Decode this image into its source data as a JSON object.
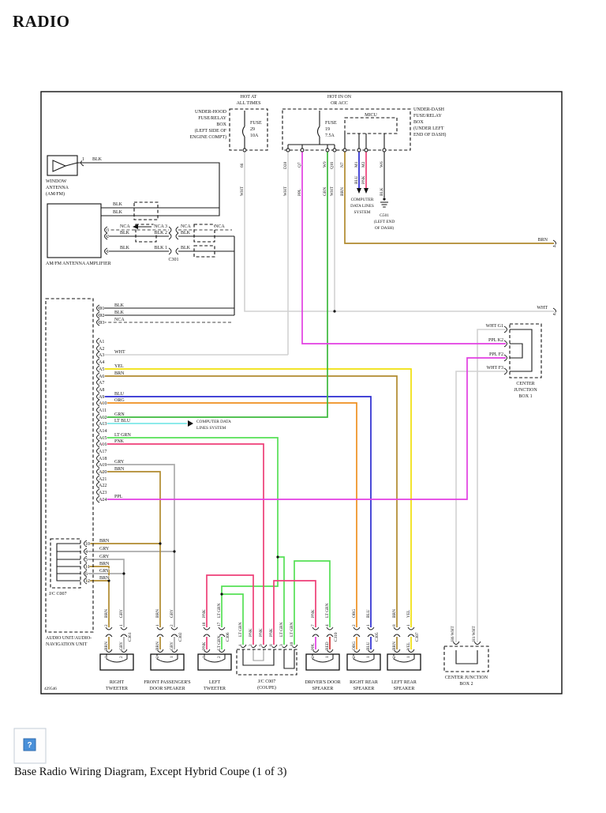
{
  "title": "RADIO",
  "caption": "Base Radio Wiring Diagram, Except Hybrid Coupe (1 of 3)",
  "diagram_id": "429546",
  "thumb_icon": "?",
  "colors": {
    "BLK": "#1a1a1a",
    "WHT": "#d2d2d2",
    "GRY": "#ababab",
    "BRN": "#b08a2e",
    "YEL": "#f0e00a",
    "ORG": "#ef8f1f",
    "GRN": "#3cb93c",
    "LTGRN": "#55e055",
    "BLU": "#2b2bd0",
    "LTBLU": "#7de8e8",
    "PNK": "#ee3f77",
    "PPL": "#e23fe2",
    "RED": "#cf3333"
  },
  "top": {
    "hot1": [
      "HOT AT",
      "ALL TIMES"
    ],
    "underhood": [
      "UNDER-HOOD",
      "FUSE/RELAY",
      "BOX",
      "(LEFT SIDE OF",
      "ENGINE COMPT)"
    ],
    "fuse29": [
      "FUSE",
      "29",
      "10A"
    ],
    "hot2": [
      "HOT IN ON",
      "OR ACC"
    ],
    "underdash": [
      "UNDER-DASH",
      "FUSE/RELAY",
      "BOX",
      "(UNDER LEFT",
      "END OF DASH)"
    ],
    "fuse19": [
      "FUSE",
      "19",
      "7.5A"
    ],
    "micu": "MICU",
    "pins": [
      [
        "66",
        "WHT"
      ],
      [
        "D28",
        "WHT"
      ],
      [
        "Q7",
        "PPL"
      ],
      [
        "W9",
        "GRN"
      ],
      [
        "Q16",
        "WHT"
      ],
      [
        "N7",
        "BRN"
      ],
      [
        "M1",
        "BLU"
      ],
      [
        "M2",
        "PNK"
      ],
      [
        "W6",
        "BLK"
      ]
    ],
    "cdl": [
      "COMPUTER",
      "DATA LINES",
      "SYSTEM"
    ],
    "g501": [
      "G501",
      "(LEFT END",
      "OF DASH)"
    ]
  },
  "antenna": {
    "pin": "1",
    "wire": "BLK",
    "name": [
      "WINDOW",
      "ANTENNA",
      "(AM/FM)"
    ]
  },
  "amp": {
    "name": "AM/FM ANTENNA AMPLIFIER",
    "top_wires": [
      "BLK",
      "BLK"
    ],
    "pins": [
      [
        "3",
        "NCA"
      ],
      [
        "2",
        "BLK"
      ],
      [
        "1",
        "BLK"
      ]
    ],
    "mid": [
      "NCA 3",
      "BLK 2",
      "BLK 1"
    ],
    "after": [
      "NCA",
      "BLK",
      "BLK"
    ],
    "far": "NCA",
    "conn": "C301"
  },
  "audio": {
    "name": [
      "AUDIO UNIT/AUDIO-",
      "NAVIGATION UNIT"
    ],
    "pins": [
      [
        "D1",
        "BLK"
      ],
      [
        "D2",
        "BLK"
      ],
      [
        "D3",
        "NCA"
      ],
      [
        "A1",
        ""
      ],
      [
        "A2",
        ""
      ],
      [
        "A3",
        "WHT"
      ],
      [
        "A4",
        ""
      ],
      [
        "A5",
        "YEL"
      ],
      [
        "A6",
        "BRN"
      ],
      [
        "A7",
        ""
      ],
      [
        "A8",
        ""
      ],
      [
        "A9",
        "BLU"
      ],
      [
        "A10",
        "ORG"
      ],
      [
        "A11",
        ""
      ],
      [
        "A12",
        "GRN"
      ],
      [
        "A13",
        "LT BLU"
      ],
      [
        "A14",
        ""
      ],
      [
        "A15",
        "LT GRN"
      ],
      [
        "A16",
        "PNK"
      ],
      [
        "A17",
        ""
      ],
      [
        "A18",
        ""
      ],
      [
        "A19",
        "GRY"
      ],
      [
        "A20",
        "BRN"
      ],
      [
        "A21",
        ""
      ],
      [
        "A22",
        ""
      ],
      [
        "A23",
        ""
      ],
      [
        "A24",
        "PPL"
      ]
    ],
    "cdl": [
      "COMPUTER DATA",
      "LINES SYSTEM"
    ]
  },
  "jc007": {
    "name": "J/C C007",
    "pins": [
      [
        "10",
        "BRN"
      ],
      [
        "4",
        "GRY"
      ],
      [
        "5",
        "GRY"
      ],
      [
        "11",
        "BRN"
      ],
      [
        "6",
        "GRY"
      ],
      [
        "12",
        "BRN"
      ]
    ]
  },
  "cjb1": {
    "name": [
      "CENTER",
      "JUNCTION",
      "BOX 1"
    ],
    "pins": [
      "WHT G1",
      "PPL K2",
      "PPL F2",
      "WHT F3"
    ]
  },
  "cjb2": {
    "name": [
      "CENTER JUNCTION",
      "BOX 2"
    ],
    "pins": [
      "H6 WHT",
      "H1 WHT"
    ]
  },
  "edge": {
    "brn": [
      "BRN",
      "1"
    ],
    "wht": [
      "WHT",
      "2"
    ]
  },
  "jccoupe": {
    "name": [
      "J/C C007",
      "(COUPE)"
    ],
    "pins": [
      [
        "1",
        "LT GRN"
      ],
      [
        "2",
        "PNK"
      ],
      [
        "9",
        "PNK"
      ],
      [
        "8",
        "PNK"
      ],
      [
        "3",
        "LT GRN"
      ],
      [
        "10",
        "LT GRN"
      ]
    ]
  },
  "speakers": [
    {
      "name": [
        "RIGHT",
        "TWEETER"
      ],
      "conn": "C361",
      "w": [
        [
          "BRN",
          "2",
          "BRN",
          "1"
        ],
        [
          "GRY",
          "1",
          "GRY",
          "2"
        ]
      ]
    },
    {
      "name": [
        "FRONT PASSENGER'S",
        "DOOR SPEAKER"
      ],
      "conn": "C302",
      "w": [
        [
          "BRN",
          "1",
          "BRN",
          "2"
        ],
        [
          "GRY",
          "2",
          "GRY",
          "1"
        ]
      ]
    },
    {
      "name": [
        "LEFT",
        "TWEETER"
      ],
      "conn": "C306",
      "w": [
        [
          "PNK",
          "18",
          "PNK",
          "1"
        ],
        [
          "LT GRN",
          "17",
          "LT GRN",
          "2"
        ]
      ]
    },
    {
      "name": [
        "DRIVER'S DOOR",
        "SPEAKER"
      ],
      "conn": "C310",
      "w": [
        [
          "PNK",
          "7",
          "PPL",
          "2"
        ],
        [
          "LT GRN",
          "4",
          "RED",
          "1"
        ]
      ]
    },
    {
      "name": [
        "RIGHT REAR",
        "SPEAKER"
      ],
      "conn": "C305",
      "w": [
        [
          "ORG",
          "2",
          "ORG",
          "2"
        ],
        [
          "BLU",
          "1",
          "BLU",
          "1"
        ]
      ]
    },
    {
      "name": [
        "LEFT REAR",
        "SPEAKER"
      ],
      "conn": "C307",
      "w": [
        [
          "BRN",
          "8",
          "BRN",
          "2"
        ],
        [
          "YEL",
          "1",
          "YEL",
          "1"
        ]
      ]
    }
  ]
}
